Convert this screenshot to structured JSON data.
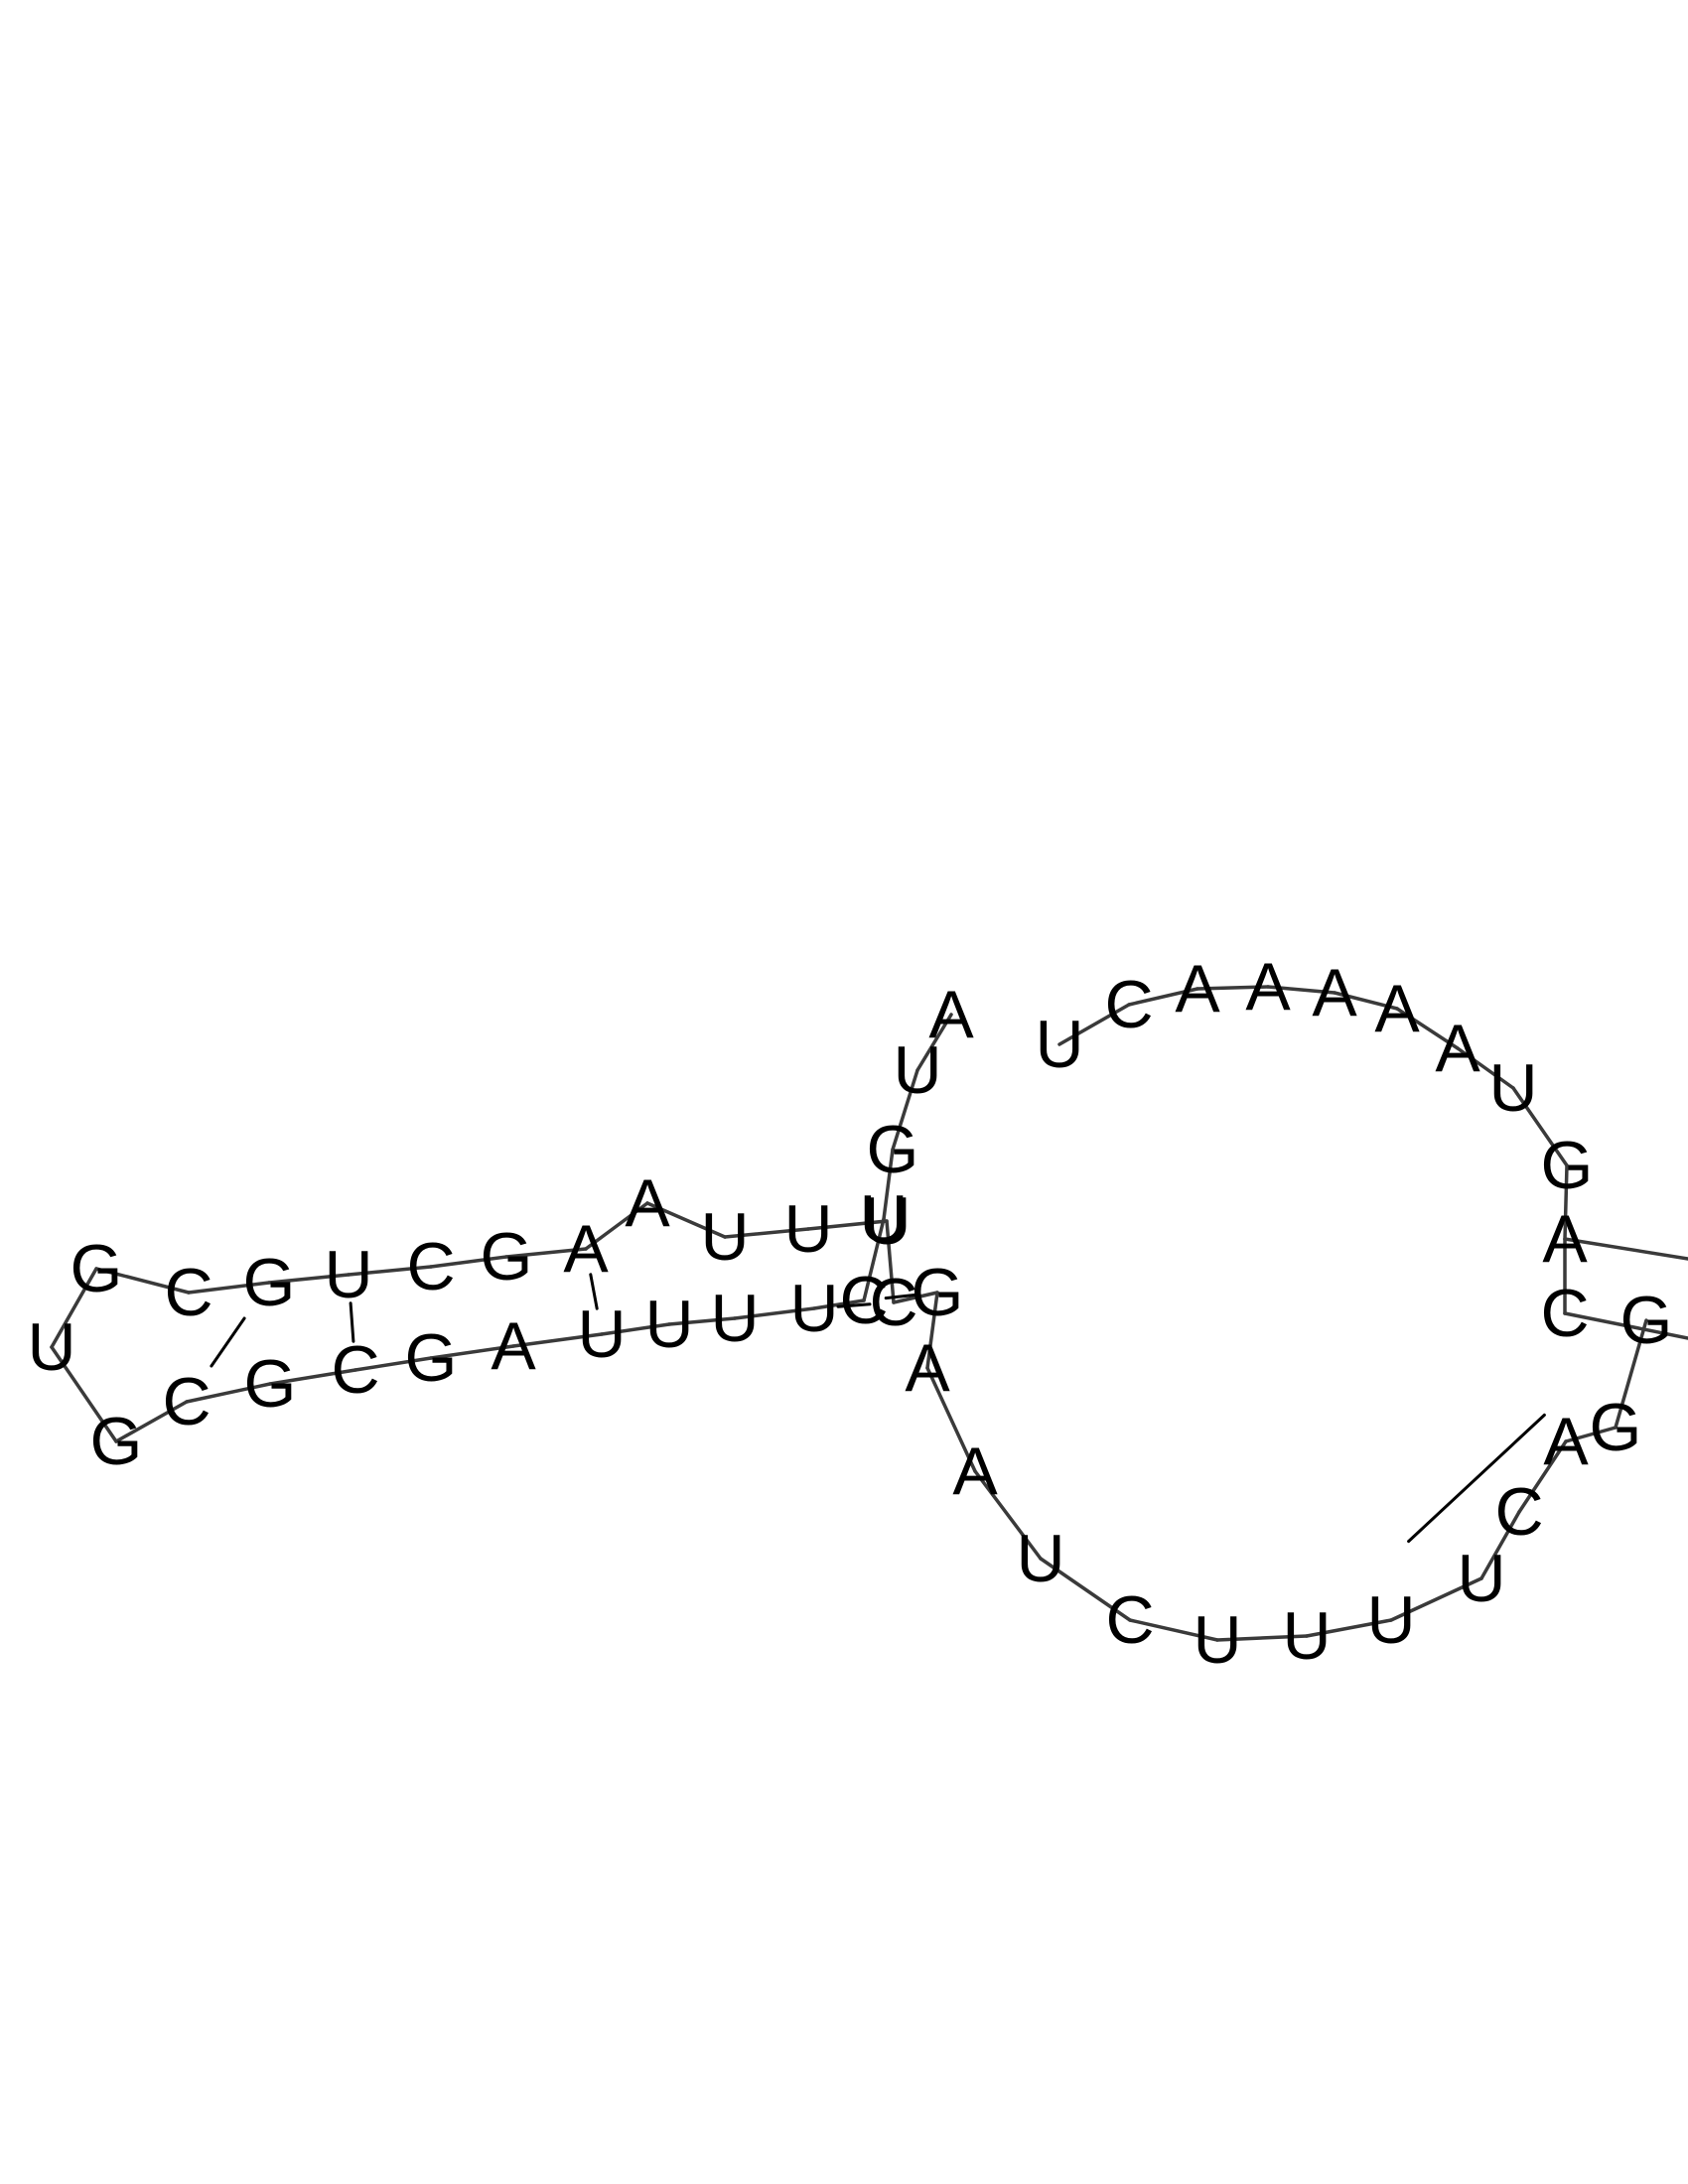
{
  "diagram": {
    "type": "rna-secondary-structure",
    "nucleotides": [
      "A",
      "U",
      "G",
      "U",
      "C",
      "U",
      "U",
      "U",
      "U",
      "A",
      "G",
      "C",
      "G",
      "C",
      "G",
      "U",
      "G",
      "C",
      "G",
      "U",
      "C",
      "G",
      "A",
      "A",
      "U",
      "U",
      "U",
      "C",
      "G",
      "A",
      "A",
      "U",
      "C",
      "U",
      "U",
      "U",
      "U",
      "C",
      "A",
      "G",
      "G",
      "C",
      "A",
      "G",
      "U",
      "A",
      "A",
      "A",
      "A",
      "A",
      "C",
      "U"
    ],
    "colors": {
      "text": "#000000",
      "backbone": "#3a3a3a",
      "background": "#ffffff"
    }
  }
}
